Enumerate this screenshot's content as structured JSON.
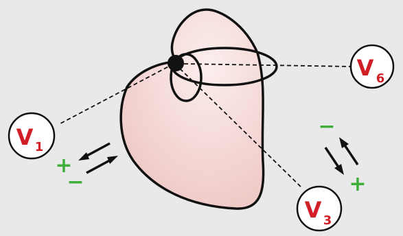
{
  "colors": {
    "background": "#e9e9e9",
    "heart_fill": "#efc9c6",
    "heart_highlight": "#fbeeed",
    "outline": "#111111",
    "lead_text": "#d01f26",
    "positive_sign": "#3fae3a",
    "negative_sign": "#3fae3a",
    "arrow": "#111111"
  },
  "leads": [
    {
      "id": "v1",
      "letter": "V",
      "subscript": "1"
    },
    {
      "id": "v3",
      "letter": "V",
      "subscript": "3"
    },
    {
      "id": "v6",
      "letter": "V",
      "subscript": "6"
    }
  ],
  "signs": {
    "left_plus": "+",
    "left_minus": "−",
    "right_minus": "−",
    "right_plus": "+"
  },
  "icons": {
    "heart": "heart-outline-icon",
    "origin": "origin-dot-icon",
    "arrows": "double-arrow-icon"
  }
}
